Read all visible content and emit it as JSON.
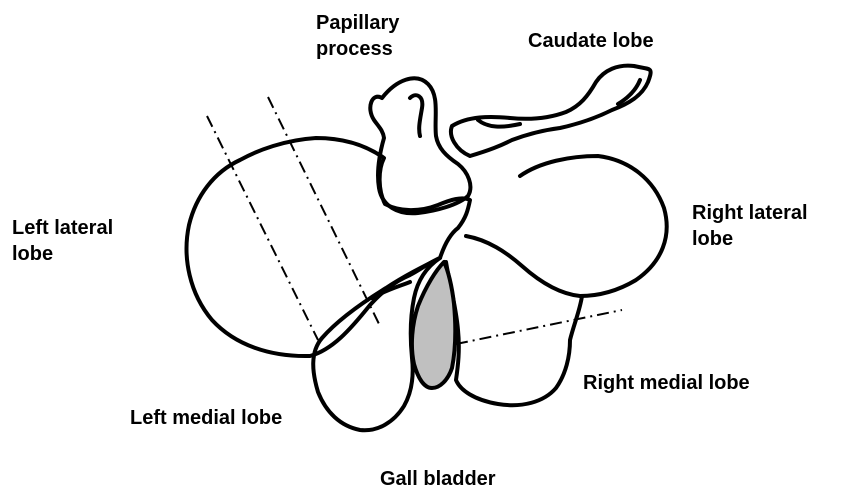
{
  "labels": {
    "papillary_process": [
      "Papillary",
      "process"
    ],
    "caudate_lobe": "Caudate lobe",
    "left_lateral_lobe": [
      "Left lateral",
      "lobe"
    ],
    "right_lateral_lobe": [
      "Right lateral",
      "lobe"
    ],
    "right_medial_lobe": "Right medial lobe",
    "left_medial_lobe": "Left medial lobe",
    "gall_bladder": "Gall bladder"
  },
  "colors": {
    "outline": "#000000",
    "gall_bladder_fill": "#c0c0c0",
    "background": "#ffffff"
  }
}
